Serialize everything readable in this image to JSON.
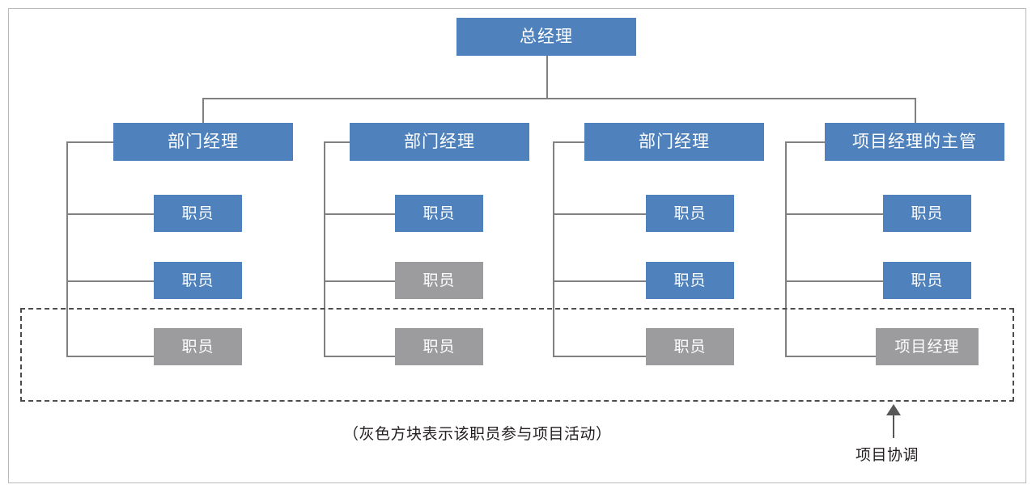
{
  "diagram": {
    "title_node": {
      "label": "总经理",
      "color": "#4f81bd"
    },
    "columns": [
      {
        "manager": {
          "label": "部门经理",
          "color": "#4f81bd"
        },
        "reports": [
          {
            "label": "职员",
            "color": "#4f81bd",
            "in_project": false
          },
          {
            "label": "职员",
            "color": "#4f81bd",
            "in_project": false
          },
          {
            "label": "职员",
            "color": "#9c9c9e",
            "in_project": true
          }
        ]
      },
      {
        "manager": {
          "label": "部门经理",
          "color": "#4f81bd"
        },
        "reports": [
          {
            "label": "职员",
            "color": "#4f81bd",
            "in_project": false
          },
          {
            "label": "职员",
            "color": "#9c9c9e",
            "in_project": true
          },
          {
            "label": "职员",
            "color": "#9c9c9e",
            "in_project": true
          }
        ]
      },
      {
        "manager": {
          "label": "部门经理",
          "color": "#4f81bd"
        },
        "reports": [
          {
            "label": "职员",
            "color": "#4f81bd",
            "in_project": false
          },
          {
            "label": "职员",
            "color": "#4f81bd",
            "in_project": false
          },
          {
            "label": "职员",
            "color": "#9c9c9e",
            "in_project": true
          }
        ]
      },
      {
        "manager": {
          "label": "项目经理的主管",
          "color": "#4f81bd"
        },
        "reports": [
          {
            "label": "职员",
            "color": "#4f81bd",
            "in_project": false
          },
          {
            "label": "职员",
            "color": "#4f81bd",
            "in_project": false
          },
          {
            "label": "项目经理",
            "color": "#9c9c9e",
            "in_project": true
          }
        ]
      }
    ],
    "caption": "（灰色方块表示该职员参与项目活动）",
    "annotation": {
      "label": "项目协调"
    },
    "colors": {
      "blue": "#4f81bd",
      "gray": "#9c9c9e",
      "connector": "#808082",
      "dashed": "#4d4d4f",
      "frame": "#b9b9bb",
      "text_dark": "#231f20"
    }
  }
}
